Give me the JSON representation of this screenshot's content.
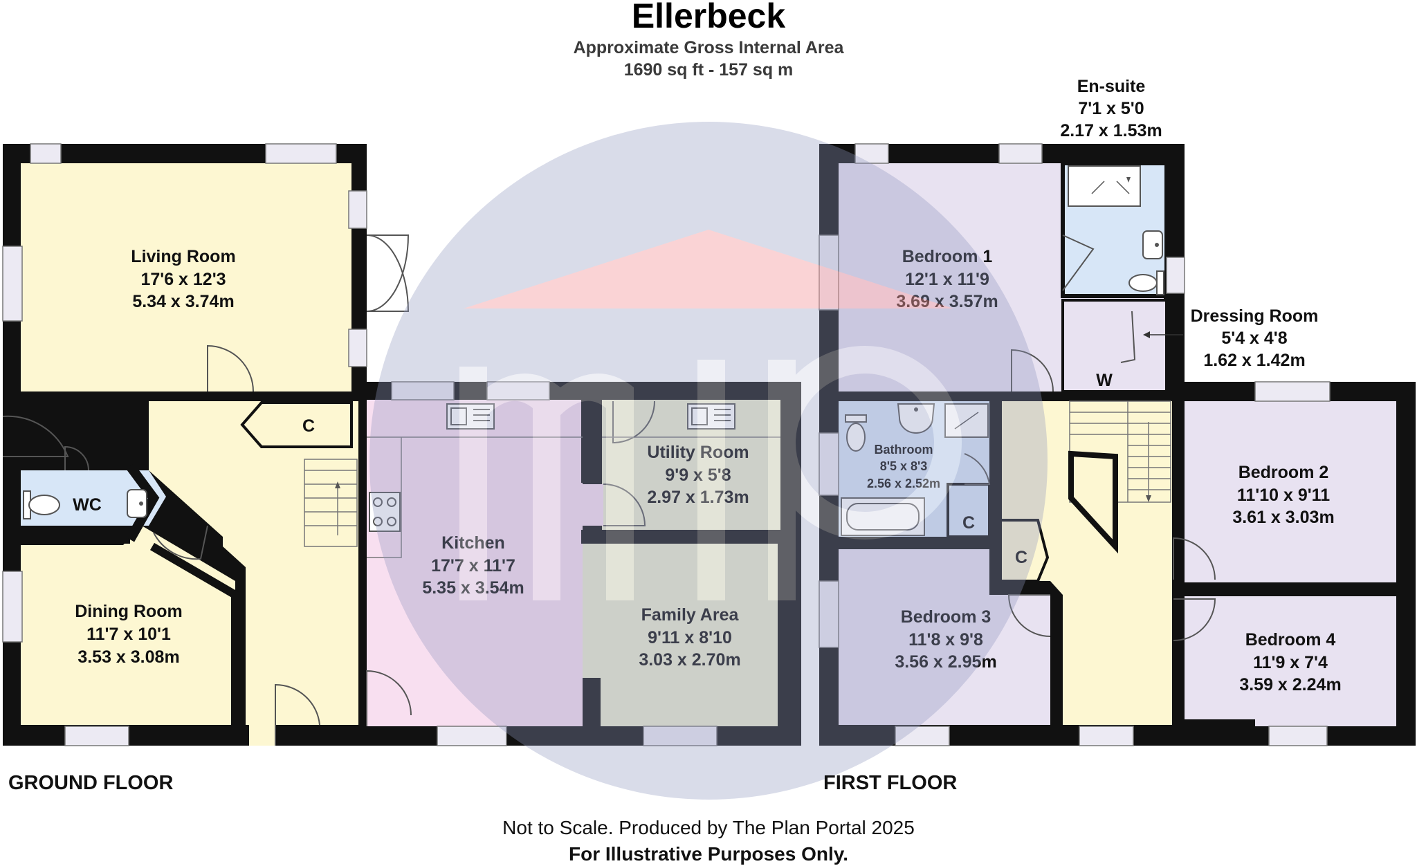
{
  "header": {
    "title": "Ellerbeck",
    "subtitle": "Approximate Gross Internal Area",
    "area": "1690 sq ft - 157 sq m"
  },
  "floors": {
    "ground": "GROUND FLOOR",
    "first": "FIRST FLOOR"
  },
  "rooms": {
    "living_room": {
      "name": "Living Room",
      "imperial": "17'6 x 12'3",
      "metric": "5.34 x 3.74m"
    },
    "dining_room": {
      "name": "Dining Room",
      "imperial": "11'7 x 10'1",
      "metric": "3.53 x 3.08m"
    },
    "wc": {
      "name": "WC"
    },
    "kitchen": {
      "name": "Kitchen",
      "imperial": "17'7 x 11'7",
      "metric": "5.35 x 3.54m"
    },
    "utility_room": {
      "name": "Utility Room",
      "imperial": "9'9 x 5'8",
      "metric": "2.97 x 1.73m"
    },
    "family_area": {
      "name": "Family Area",
      "imperial": "9'11 x 8'10",
      "metric": "3.03 x 2.70m"
    },
    "bedroom_1": {
      "name": "Bedroom 1",
      "imperial": "12'1 x 11'9",
      "metric": "3.69 x 3.57m"
    },
    "en_suite": {
      "name": "En-suite",
      "imperial": "7'1 x 5'0",
      "metric": "2.17 x 1.53m"
    },
    "dressing_room": {
      "name": "Dressing Room",
      "imperial": "5'4 x 4'8",
      "metric": "1.62 x 1.42m"
    },
    "bathroom": {
      "name": "Bathroom",
      "imperial": "8'5 x 8'3",
      "metric": "2.56 x 2.52m"
    },
    "bedroom_2": {
      "name": "Bedroom 2",
      "imperial": "11'10 x 9'11",
      "metric": "3.61 x 3.03m"
    },
    "bedroom_3": {
      "name": "Bedroom 3",
      "imperial": "11'8 x 9'8",
      "metric": "3.56 x 2.95m"
    },
    "bedroom_4": {
      "name": "Bedroom 4",
      "imperial": "11'9 x 7'4",
      "metric": "3.59 x 2.24m"
    }
  },
  "markers": {
    "cupboard": "C",
    "wardrobe": "W"
  },
  "footer": {
    "line1": "Not to Scale. Produced by The Plan Portal 2025",
    "line2": "For Illustrative Purposes Only."
  },
  "colors": {
    "yellow_room": "#fdf7d2",
    "pink_room": "#f8dff0",
    "lilac_room": "#e8e2f1",
    "olive_room": "#ecedcf",
    "blue_room": "#d7e6f7",
    "wall": "#111111",
    "watermark_circle": "#8f95bd",
    "watermark_accent": "#f4a0a4"
  },
  "icons": [
    "door-swing-icon",
    "window-icon",
    "sink-icon",
    "hob-icon",
    "toilet-icon",
    "shower-icon",
    "bath-icon",
    "stairs-icon",
    "watermark-logo-icon"
  ]
}
